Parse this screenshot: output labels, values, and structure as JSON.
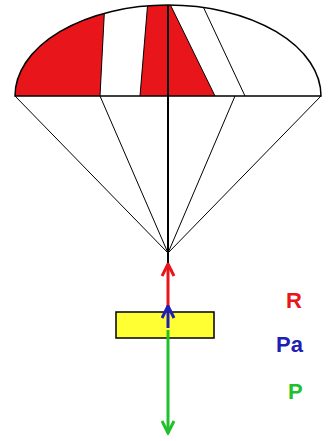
{
  "diagram": {
    "labels": [
      "R",
      "Pa",
      "P"
    ]
  }
}
